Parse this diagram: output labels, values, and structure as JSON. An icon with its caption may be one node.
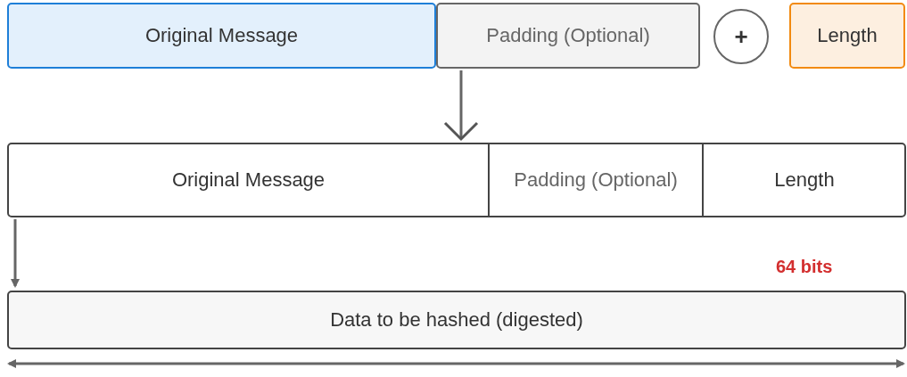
{
  "diagram": {
    "nodes": [
      {
        "text": [
          "Original Message"
        ]
      },
      {
        "text": [
          "Padding (Optional)"
        ]
      },
      {
        "text": [
          "+"
        ]
      },
      {
        "text": [
          "Length"
        ]
      },
      {
        "text": [],
        "shape": "bar"
      },
      {
        "text": [
          "Original Message"
        ],
        "in": 4
      },
      {
        "text": [
          "Padding (Optional)"
        ],
        "in": 4
      },
      {
        "text": [
          "Length"
        ],
        "in": 4
      },
      {
        "text": [
          "Data to be hashed (digested)"
        ]
      }
    ],
    "edges": [
      {
        "from": 1,
        "to": 4,
        "arrow": "to"
      },
      {
        "from": 4,
        "to": 8,
        "arrow": "to"
      }
    ],
    "labels": [
      "64 bits"
    ]
  }
}
